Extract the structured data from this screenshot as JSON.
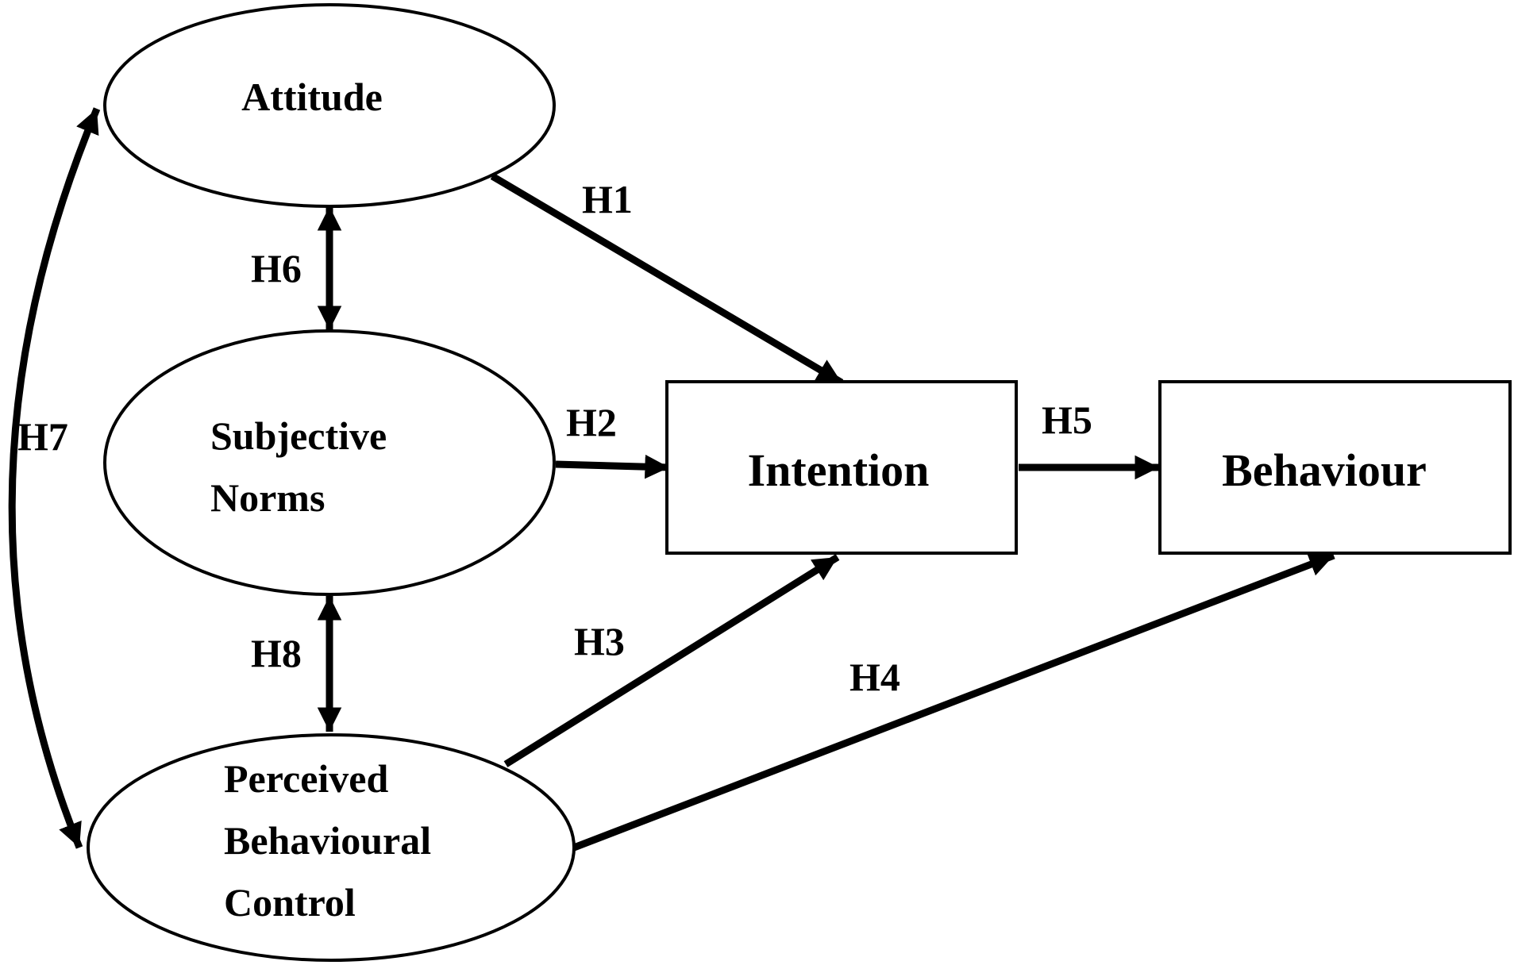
{
  "nodes": {
    "attitude": {
      "lines": [
        "Attitude"
      ]
    },
    "subjective_norms": {
      "lines": [
        "Subjective",
        "Norms"
      ]
    },
    "perceived_behavioural_control": {
      "lines": [
        "Perceived",
        "Behavioural",
        "Control"
      ]
    },
    "intention": {
      "lines": [
        "Intention"
      ]
    },
    "behaviour": {
      "lines": [
        "Behaviour"
      ]
    }
  },
  "edges": {
    "h1": {
      "label": "H1",
      "from": "Attitude",
      "to": "Intention",
      "direction": "directed"
    },
    "h2": {
      "label": "H2",
      "from": "Subjective Norms",
      "to": "Intention",
      "direction": "directed"
    },
    "h3": {
      "label": "H3",
      "from": "Perceived Behavioural Control",
      "to": "Intention",
      "direction": "directed"
    },
    "h4": {
      "label": "H4",
      "from": "Perceived Behavioural Control",
      "to": "Behaviour",
      "direction": "directed"
    },
    "h5": {
      "label": "H5",
      "from": "Intention",
      "to": "Behaviour",
      "direction": "directed"
    },
    "h6": {
      "label": "H6",
      "from": "Attitude",
      "to": "Subjective Norms",
      "direction": "bidirectional"
    },
    "h7": {
      "label": "H7",
      "from": "Attitude",
      "to": "Perceived Behavioural Control",
      "direction": "bidirectional"
    },
    "h8": {
      "label": "H8",
      "from": "Subjective Norms",
      "to": "Perceived Behavioural Control",
      "direction": "bidirectional"
    }
  },
  "colors": {
    "stroke": "#000000",
    "background": "#ffffff"
  }
}
